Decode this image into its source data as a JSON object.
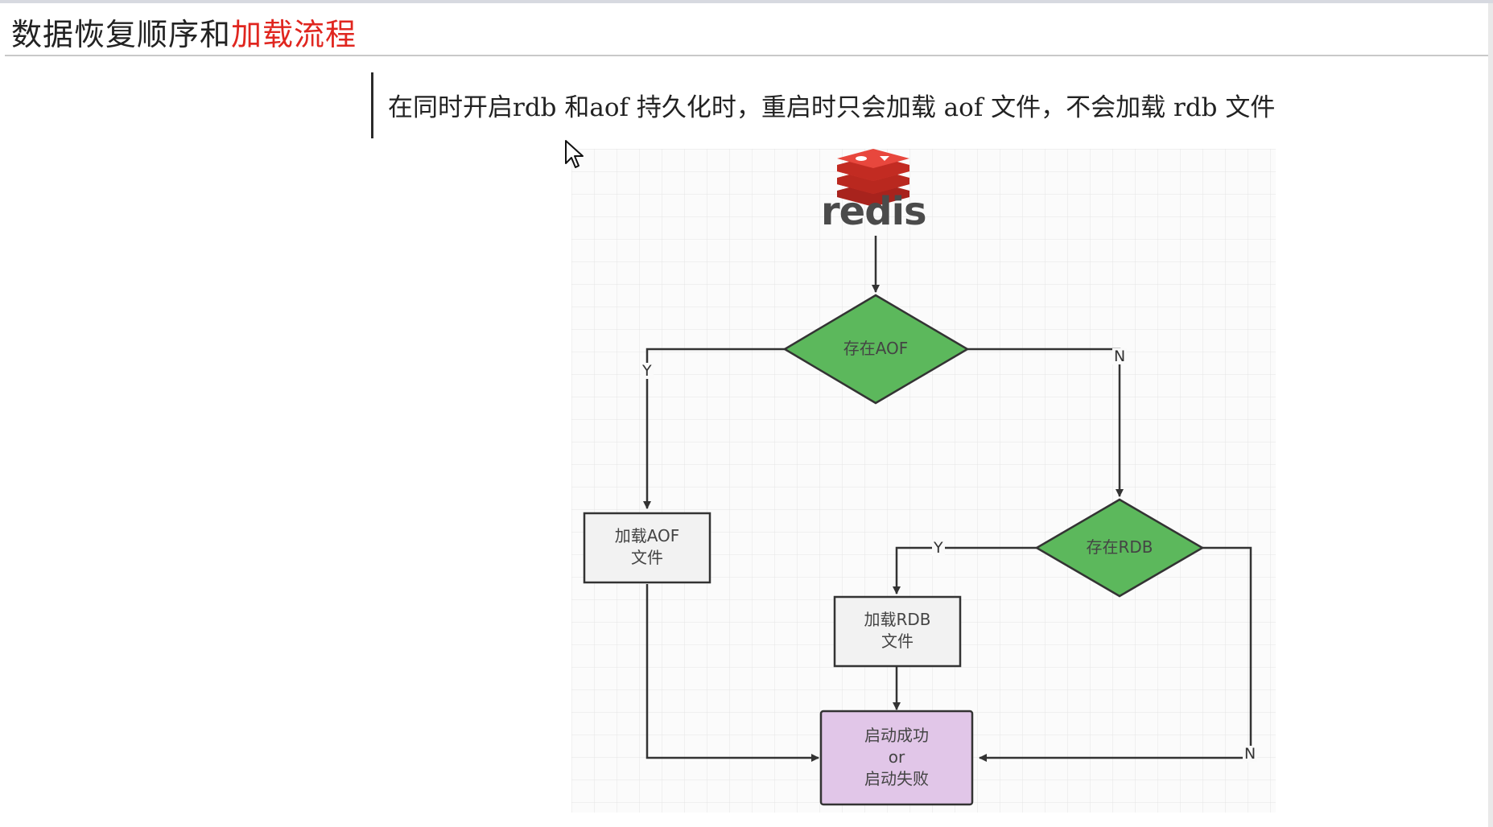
{
  "heading": {
    "text_main": "数据恢复顺序和",
    "text_accent": "加载流程"
  },
  "note": {
    "text": "在同时开启rdb 和aof 持久化时，重启时只会加载 aof 文件，不会加载 rdb 文件"
  },
  "diagram": {
    "logo_text": "redis",
    "nodes": {
      "check_aof": "存在AOF",
      "check_rdb": "存在RDB",
      "load_aof_line1": "加载AOF",
      "load_aof_line2": "文件",
      "load_rdb_line1": "加载RDB",
      "load_rdb_line2": "文件",
      "result_line1": "启动成功",
      "result_line2": "or",
      "result_line3": "启动失败"
    },
    "edges": {
      "aof_yes": "Y",
      "aof_no": "N",
      "rdb_yes": "Y",
      "rdb_no": "N"
    }
  },
  "colors": {
    "accent_red": "#e0261f",
    "decision_green": "#5cb85c",
    "process_gray": "#f2f2f2",
    "terminal_purple": "#e1c6e8",
    "redis_red": "#d9362d"
  }
}
